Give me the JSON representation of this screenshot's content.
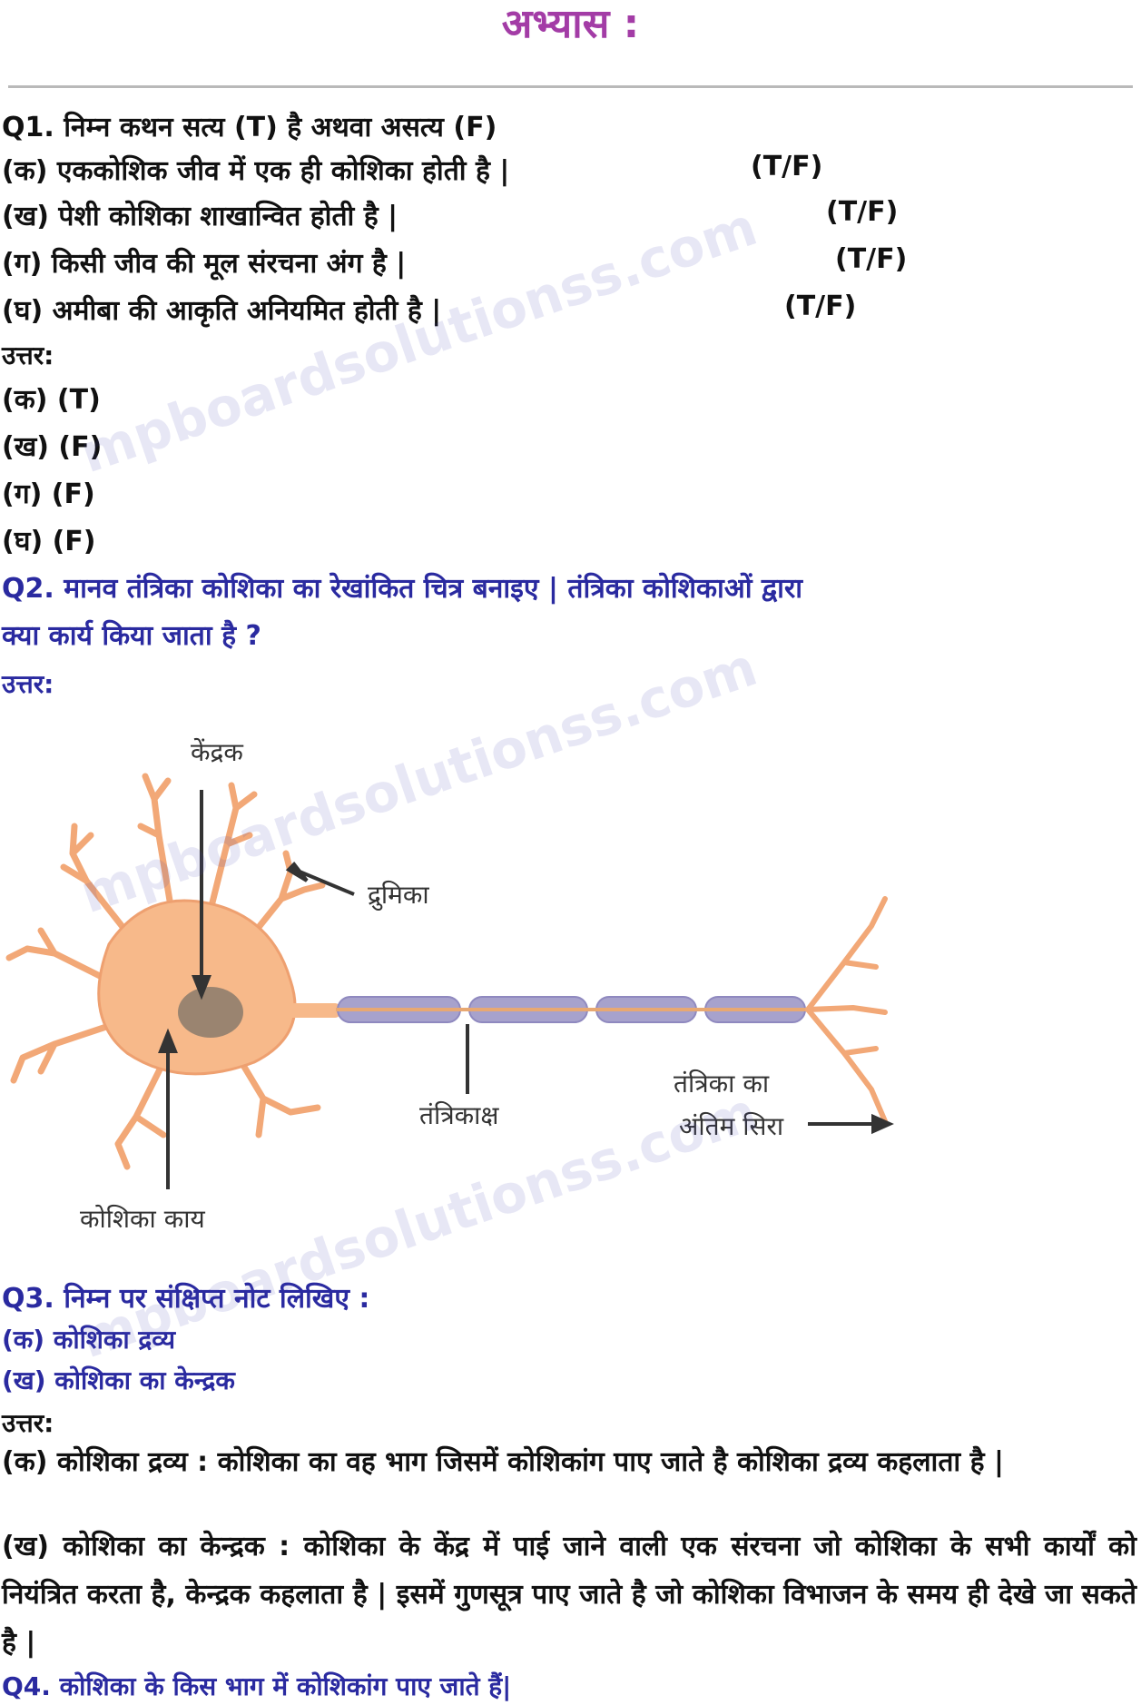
{
  "heading": "अभ्यास :",
  "q1": {
    "question": "Q1. निम्न कथन सत्य (T) है अथवा असत्य (F)",
    "statements": [
      {
        "text": "(क) एककोशिक जीव में एक ही कोशिका होती है |",
        "tf": "(T/F)"
      },
      {
        "text": "(ख) पेशी कोशिका शाखान्वित होती है |",
        "tf": "(T/F)"
      },
      {
        "text": "(ग) किसी जीव की मूल संरचना अंग है |",
        "tf": "(T/F)"
      },
      {
        "text": "(घ) अमीबा की आकृति अनियमित होती है |",
        "tf": "(T/F)"
      }
    ],
    "answer_label": "उत्तर:",
    "answers": [
      "(क) (T)",
      "(ख) (F)",
      "(ग) (F)",
      "(घ) (F)"
    ]
  },
  "q2": {
    "question_line1": "Q2. मानव तंत्रिका कोशिका का रेखांकित चित्र बनाइए | तंत्रिका कोशिकाओं द्वारा",
    "question_line2": "क्या कार्य किया जाता है ?",
    "answer_label": "उत्तर:",
    "diagram_labels": {
      "nucleus": "केंद्रक",
      "dendrite": "द्रुमिका",
      "axon": "तंत्रिकाक्ष",
      "nerve_ending_line1": "तंत्रिका का",
      "nerve_ending_line2": "अंतिम सिरा",
      "cell_body": "कोशिका काय"
    }
  },
  "q3": {
    "question": "Q3. निम्न पर संक्षिप्त नोट लिखिए :",
    "part_a": "(क) कोशिका द्रव्य",
    "part_b": "(ख) कोशिका का केन्द्रक",
    "answer_label": "उत्तर:",
    "answer_a": "(क) कोशिका द्रव्य : कोशिका का वह भाग जिसमें कोशिकांग पाए जाते है कोशिका द्रव्य कहलाता है |",
    "answer_b": "(ख) कोशिका का केन्द्रक : कोशिका के केंद्र में पाई जाने वाली एक संरचना जो कोशिका के सभी कार्यों को नियंत्रित करता है, केन्द्रक कहलाता है | इसमें गुणसूत्र पाए जाते है जो कोशिका विभाजन के समय ही देखे जा सकते है |"
  },
  "q4": {
    "question": "Q4. कोशिका के किस भाग में कोशिकांग पाए जाते हैं|"
  },
  "watermark": "mpboardsolutionss.com",
  "colors": {
    "heading": "#a33ca6",
    "question_blue": "#2a2aa0",
    "cell_body": "#f7b98a",
    "axon_sheath": "#a7a2cc"
  }
}
